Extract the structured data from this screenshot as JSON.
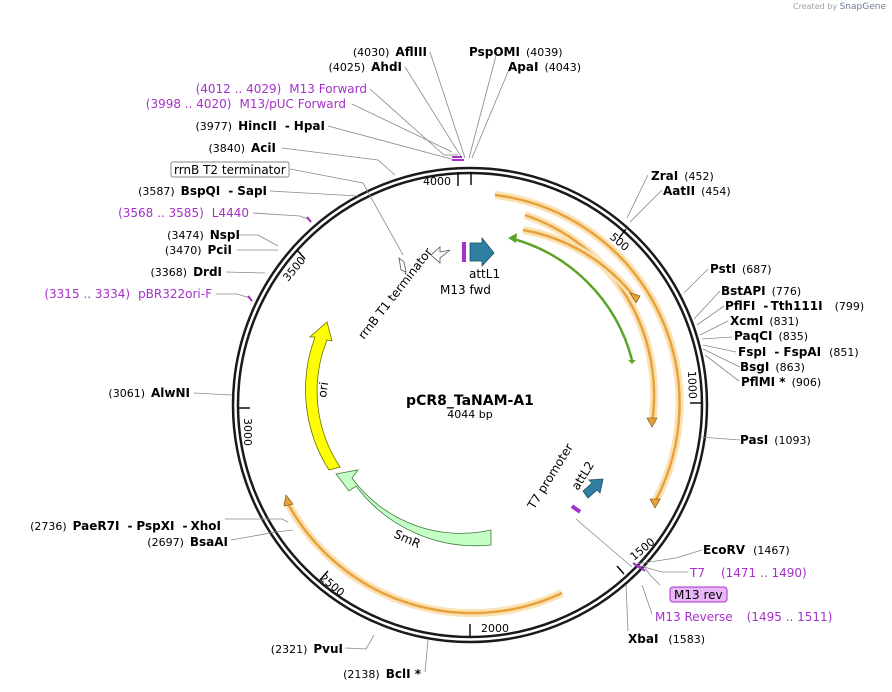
{
  "credit": {
    "created_by": "Created by",
    "brand": "SnapGene"
  },
  "plasmid": {
    "name": "pCR8_TaNAM-A1",
    "length_label": "4044 bp"
  },
  "ticks": [
    "500",
    "1000",
    "1500",
    "2000",
    "2500",
    "3000",
    "3500",
    "4000"
  ],
  "sites_left": [
    {
      "pos": "(4030)",
      "name": "AflIII"
    },
    {
      "pos": "(4025)",
      "name": "AhdI"
    },
    {
      "pos": "(3977)",
      "name": "HincII",
      "sep": "-",
      "name2": "HpaI"
    },
    {
      "pos": "(3840)",
      "name": "AciI"
    },
    {
      "pos": "(3587)",
      "name": "BspQI",
      "sep": "-",
      "name2": "SapI"
    },
    {
      "pos": "(3474)",
      "name": "NspI"
    },
    {
      "pos": "(3470)",
      "name": "PciI"
    },
    {
      "pos": "(3368)",
      "name": "DrdI"
    },
    {
      "pos": "(3061)",
      "name": "AlwNI"
    },
    {
      "pos": "(2736)",
      "name": "PaeR7I",
      "sep": "-",
      "name2": "PspXI",
      "sep2": "-",
      "name3": "XhoI"
    },
    {
      "pos": "(2697)",
      "name": "BsaAI"
    },
    {
      "pos": "(2321)",
      "name": "PvuI"
    },
    {
      "pos": "(2138)",
      "name": "BclI *"
    }
  ],
  "sites_right": [
    {
      "name": "PspOMI",
      "pos": "(4039)"
    },
    {
      "name": "ApaI",
      "pos": "(4043)"
    },
    {
      "name": "ZraI",
      "pos": "(452)"
    },
    {
      "name": "AatII",
      "pos": "(454)"
    },
    {
      "name": "PstI",
      "pos": "(687)"
    },
    {
      "name": "BstAPI",
      "pos": "(776)"
    },
    {
      "name": "PflFI",
      "sep": "-",
      "name2": "Tth111I",
      "pos": "(799)"
    },
    {
      "name": "XcmI",
      "pos": "(831)"
    },
    {
      "name": "PaqCI",
      "pos": "(835)"
    },
    {
      "name": "FspI",
      "sep": "-",
      "name2": "FspAI",
      "pos": "(851)"
    },
    {
      "name": "BsgI",
      "pos": "(863)"
    },
    {
      "name": "PflMI *",
      "pos": "(906)"
    },
    {
      "name": "PasI",
      "pos": "(1093)"
    },
    {
      "name": "EcoRV",
      "pos": "(1467)"
    },
    {
      "name": "XbaI",
      "pos": "(1583)"
    }
  ],
  "primers": [
    {
      "range": "(4012 .. 4029)",
      "name": "M13 Forward"
    },
    {
      "range": "(3998 .. 4020)",
      "name": "M13/pUC Forward"
    },
    {
      "range": "(3568 .. 3585)",
      "name": "L4440"
    },
    {
      "range": "(3315 .. 3334)",
      "name": "pBR322ori-F"
    },
    {
      "name": "T7",
      "range": "(1471 .. 1490)"
    },
    {
      "name": "M13 Reverse",
      "range": "(1495 .. 1511)"
    }
  ],
  "boxed_labels": {
    "terminator_box": "rrnB T2 terminator",
    "m13rev_box": "M13 rev"
  },
  "features": {
    "rrnB_T1": "rrnB T1 terminator",
    "attL1": "attL1",
    "m13fwd": "M13 fwd",
    "t7_promoter": "T7 promoter",
    "attL2": "attL2",
    "ori": "ori",
    "smr": "SmR"
  },
  "colors": {
    "backbone": "#1a1a1a",
    "orf": "#e8a23c",
    "orf_highlight": "#fbe2b5",
    "green_orf": "#5aa427",
    "ori": "#ffff00",
    "smr": "#c6ffc6",
    "att": "#2e7fa0",
    "primer": "#a531c9"
  }
}
